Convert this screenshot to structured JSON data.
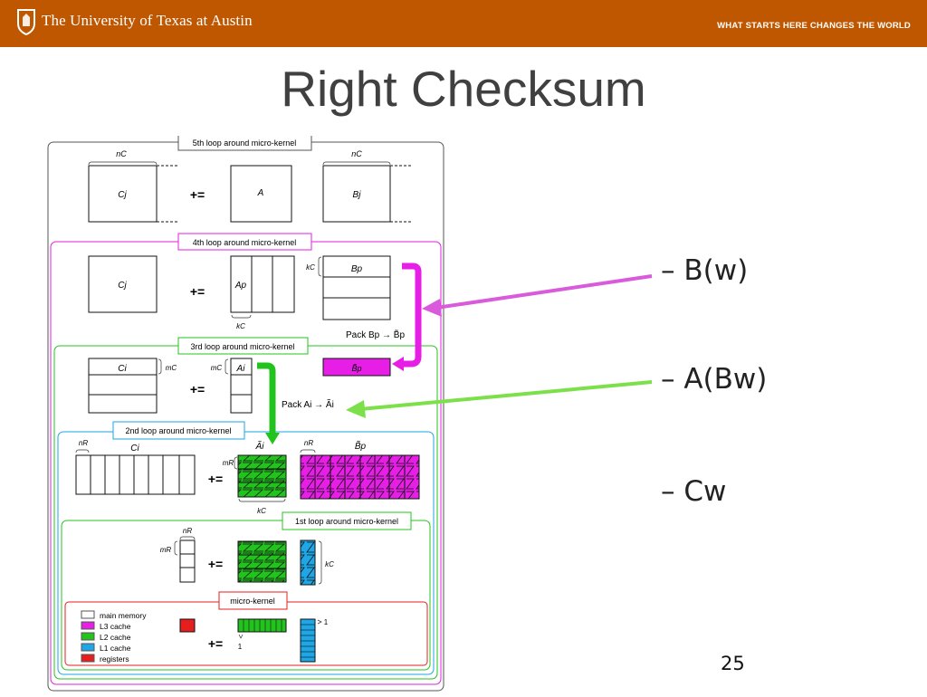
{
  "header": {
    "university": "The University of Texas at Austin",
    "slogan": "WHAT STARTS HERE CHANGES THE WORLD"
  },
  "title": "Right Checksum",
  "bullets": [
    "– B(w)",
    "– A(Bw)",
    "– Cw"
  ],
  "page_number": "25",
  "colors": {
    "orange": "#bf5700",
    "l3": "#e61ee6",
    "l2": "#23c31e",
    "l1": "#1ea6e6",
    "reg": "#e61e1e"
  },
  "figure": {
    "loop5": "5th loop around micro-kernel",
    "loop4": "4th loop around micro-kernel",
    "loop3": "3rd loop around micro-kernel",
    "loop2": "2nd loop around micro-kernel",
    "loop1": "1st loop around micro-kernel",
    "micro": "micro-kernel",
    "plus_eq": "+=",
    "nC": "nC",
    "kC": "kC",
    "mC": "mC",
    "nR": "nR",
    "mR": "mR",
    "Cj": "Cj",
    "Ci": "Ci",
    "A": "A",
    "Ap": "Ap",
    "Ai": "Ai",
    "Bj": "Bj",
    "Bp": "Bp",
    "Bp_tilde": "B̃p",
    "Ai_tilde": "Ãi",
    "pack_b": "Pack Bp → B̃p",
    "pack_a": "Pack Ai → Ãi",
    "one": "1",
    "legend": [
      "main memory",
      "L3 cache",
      "L2 cache",
      "L1 cache",
      "registers"
    ]
  }
}
